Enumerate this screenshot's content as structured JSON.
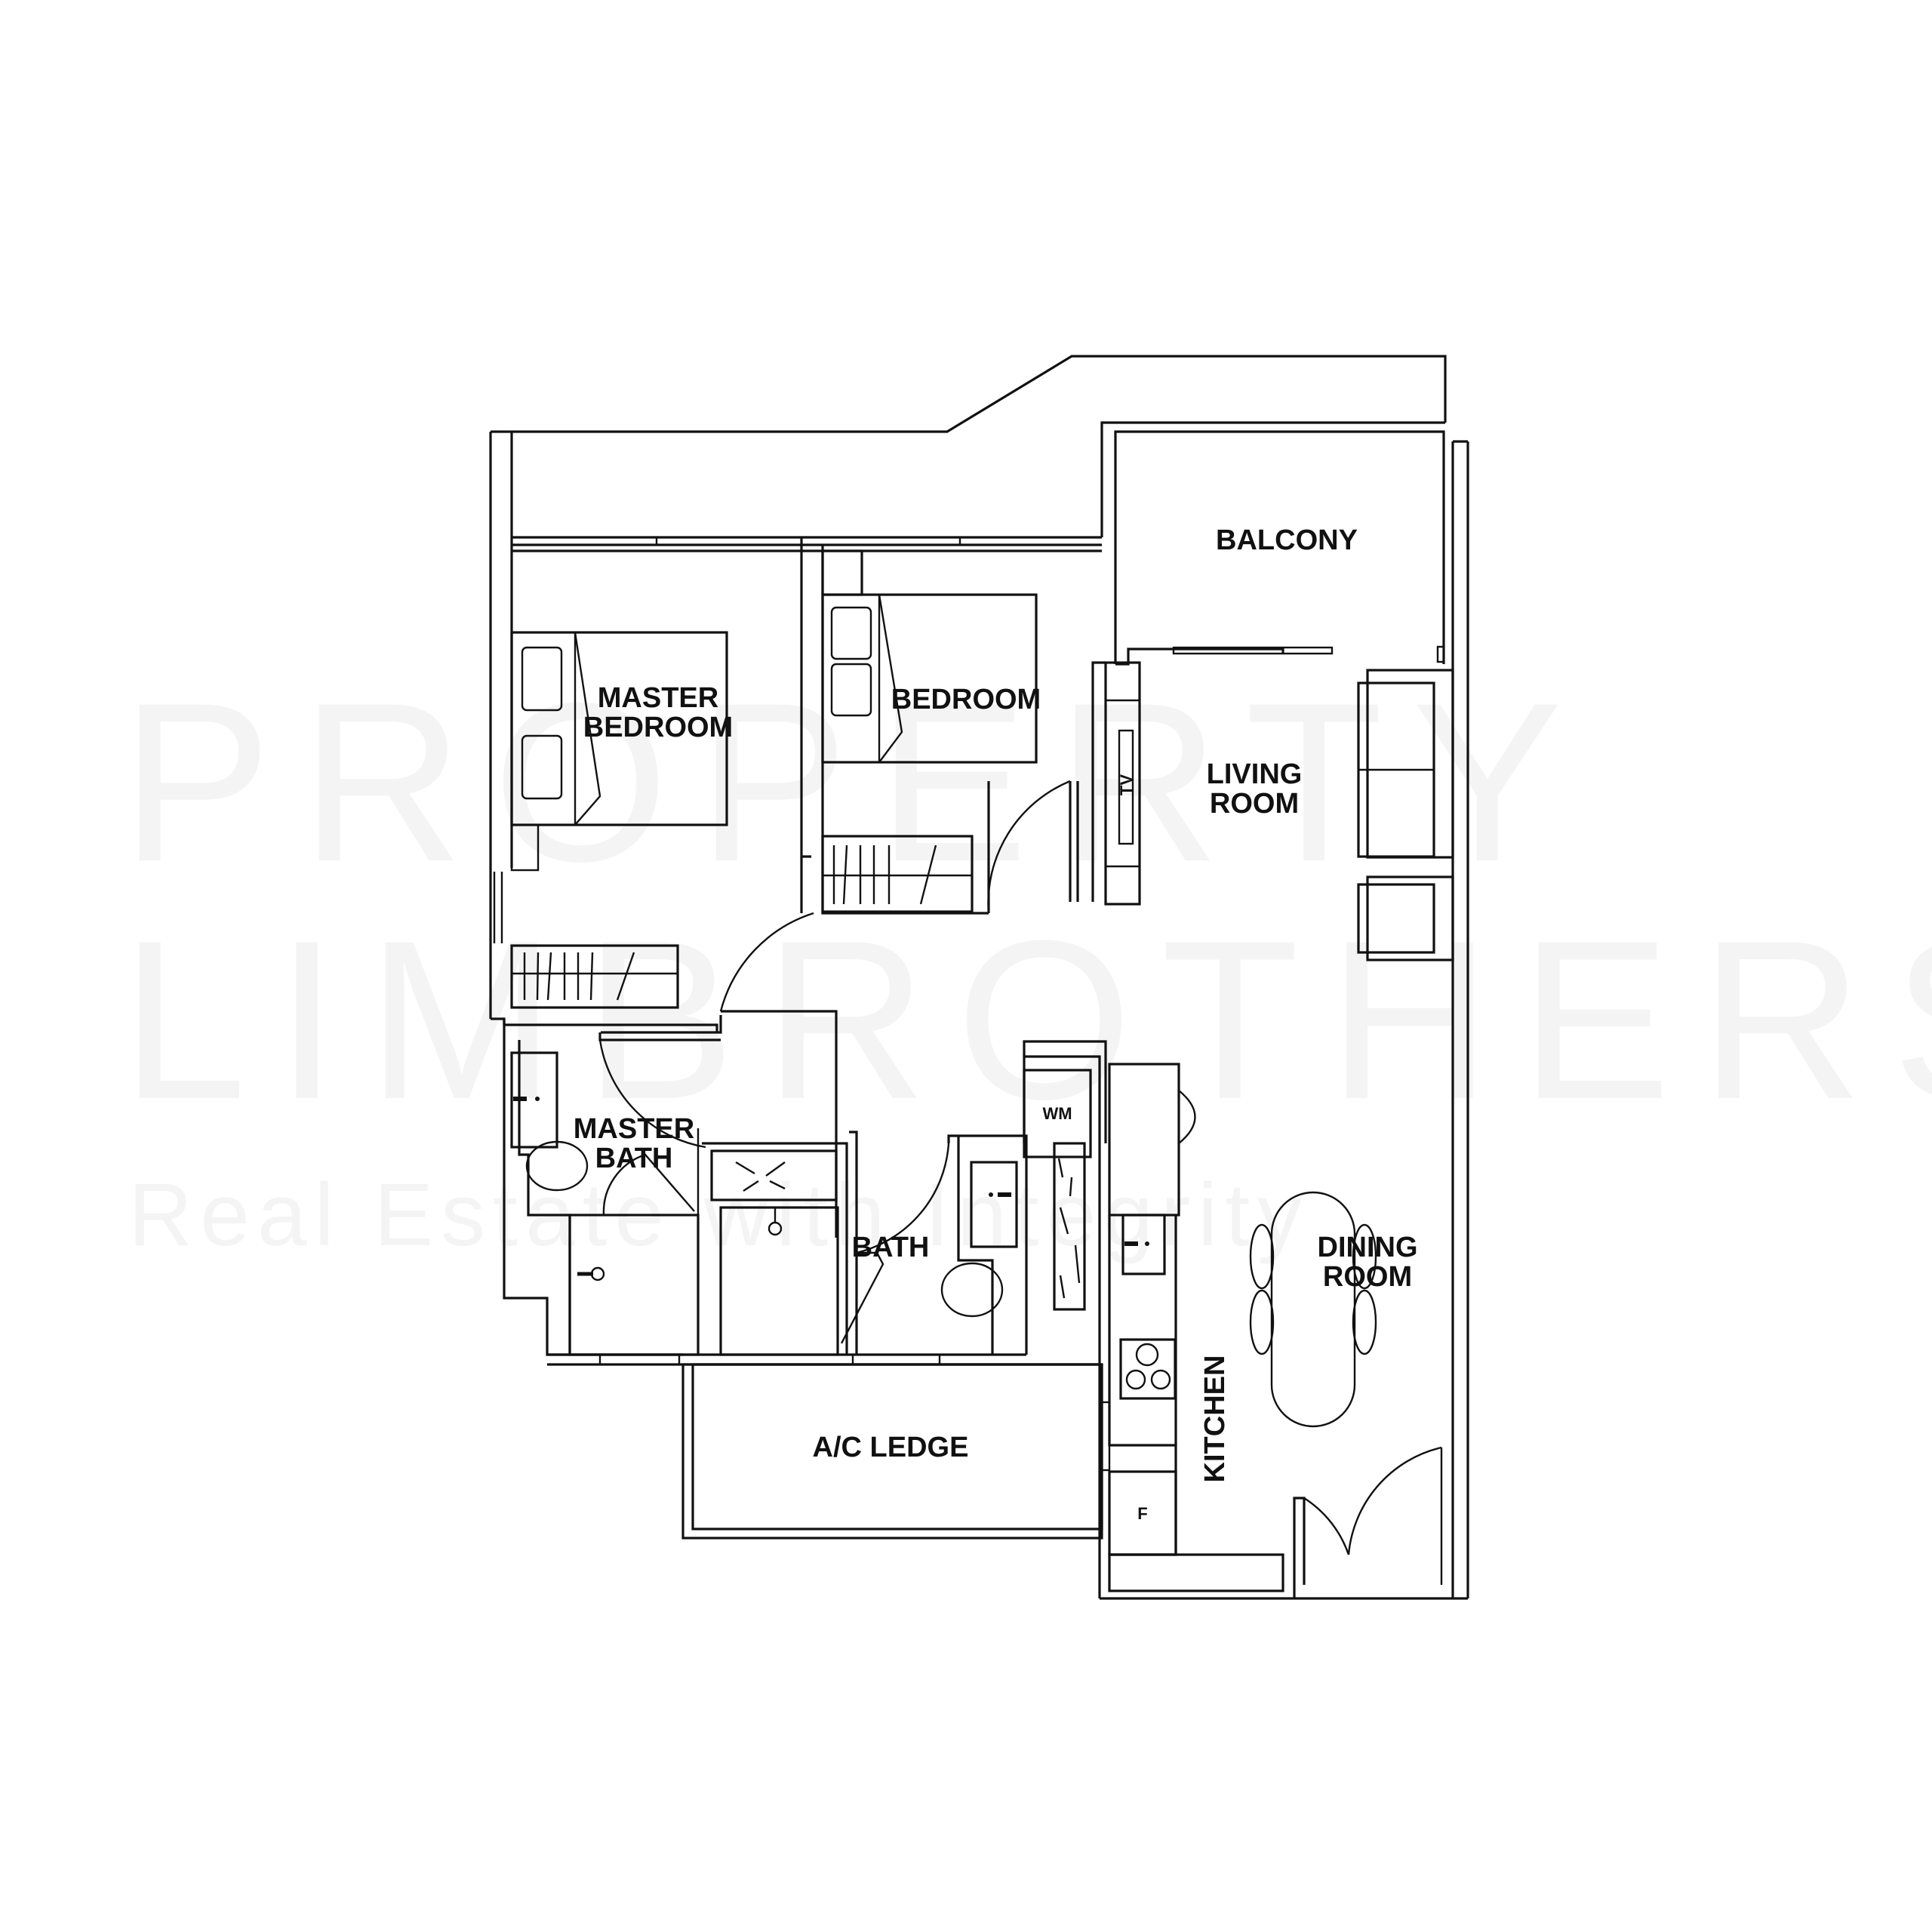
{
  "watermark": {
    "line1": "PROPERTY",
    "line2": "LIMBROTHERS",
    "tagline": "Real Estate with Integrity",
    "color": "#f4f4f4"
  },
  "rooms": {
    "balcony": "BALCONY",
    "master_bedroom_1": "MASTER",
    "master_bedroom_2": "BEDROOM",
    "bedroom": "BEDROOM",
    "living_1": "LIVING",
    "living_2": "ROOM",
    "master_bath_1": "MASTER",
    "master_bath_2": "BATH",
    "bath": "BATH",
    "dining_1": "DINING",
    "dining_2": "ROOM",
    "kitchen": "KITCHEN",
    "ac_ledge": "A/C LEDGE"
  },
  "fixtures": {
    "tv": "TV",
    "washing_machine": "WM",
    "fridge": "F"
  },
  "colors": {
    "line": "#111111",
    "background": "#ffffff"
  }
}
